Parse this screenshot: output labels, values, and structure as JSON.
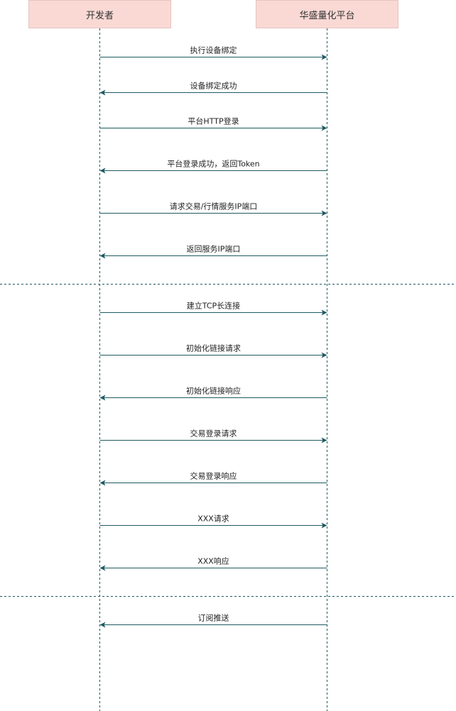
{
  "actors": [
    {
      "label": "开发者"
    },
    {
      "label": "华盛量化平台"
    }
  ],
  "colors": {
    "actor_fill": "#fad9d5",
    "lifeline": "#1e5a5f",
    "arrow": "#1e5a5f",
    "divider": "#1e5a5f"
  },
  "messages": [
    {
      "label": "执行设备绑定",
      "direction": "right"
    },
    {
      "label": "设备绑定成功",
      "direction": "left"
    },
    {
      "label": "平台HTTP登录",
      "direction": "right"
    },
    {
      "label": "平台登录成功，返回Token",
      "direction": "left"
    },
    {
      "label": "请求交易/行情服务IP端口",
      "direction": "right"
    },
    {
      "label": "返回服务IP端口",
      "direction": "left"
    },
    {
      "divider": true
    },
    {
      "label": "建立TCP长连接",
      "direction": "right"
    },
    {
      "label": "初始化链接请求",
      "direction": "right"
    },
    {
      "label": "初始化链接响应",
      "direction": "left"
    },
    {
      "label": "交易登录请求",
      "direction": "right"
    },
    {
      "label": "交易登录响应",
      "direction": "left"
    },
    {
      "label": "XXX请求",
      "direction": "right"
    },
    {
      "label": "XXX响应",
      "direction": "left"
    },
    {
      "divider": true
    },
    {
      "label": "订阅推送",
      "direction": "left"
    }
  ]
}
